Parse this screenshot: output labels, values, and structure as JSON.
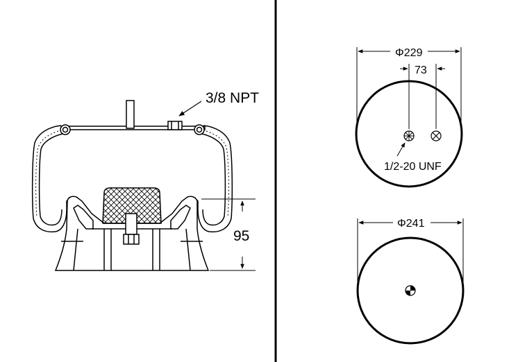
{
  "side_view": {
    "port_label": "3/8 NPT",
    "height_dimension": "95"
  },
  "top_plate": {
    "diameter_label": "Φ229",
    "offset_label": "73",
    "stud_label": "1/2-20 UNF"
  },
  "bottom_plate": {
    "diameter_label": "Φ241"
  },
  "colors": {
    "line": "#000000",
    "background": "#ffffff"
  }
}
